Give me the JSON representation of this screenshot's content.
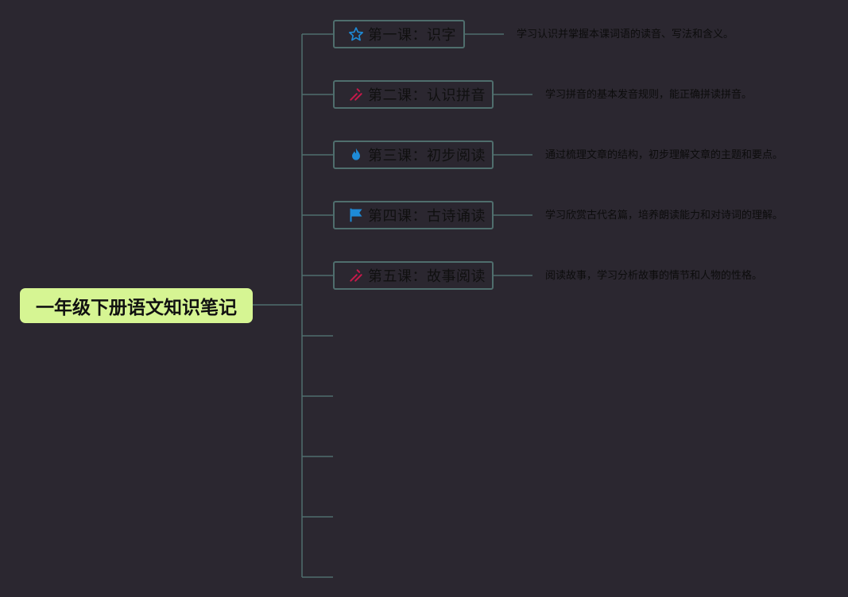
{
  "root": {
    "title": "一年级下册语文知识笔记"
  },
  "colors": {
    "background": "#2b2730",
    "line": "#4f6e6d",
    "root_fill": "#d6f593",
    "star_icon": "#1e8ad6",
    "pencil_icon": "#c8194a",
    "fire_icon": "#1e8ad6",
    "flag_icon": "#1e8ad6"
  },
  "lessons": [
    {
      "icon": "star-icon",
      "label": "第一课：识字",
      "note": "学习认识并掌握本课词语的读音、写法和含义。"
    },
    {
      "icon": "pencil-icon",
      "label": "第二课：认识拼音",
      "note": "学习拼音的基本发音规则，能正确拼读拼音。"
    },
    {
      "icon": "fire-icon",
      "label": "第三课：初步阅读",
      "note": "通过梳理文章的结构，初步理解文章的主题和要点。"
    },
    {
      "icon": "flag-icon",
      "label": "第四课：古诗诵读",
      "note": "学习欣赏古代名篇，培养朗读能力和对诗词的理解。"
    },
    {
      "icon": "pencil-icon",
      "label": "第五课：故事阅读",
      "note": "阅读故事，学习分析故事的情节和人物的性格。"
    }
  ]
}
